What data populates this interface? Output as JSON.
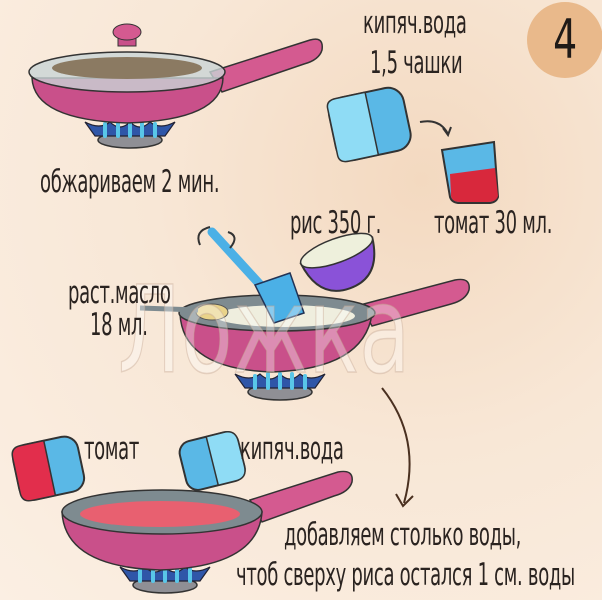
{
  "step_number": "4",
  "watermark": "Ложка",
  "labels": {
    "boiled_water_top": "кипяч.вода",
    "water_amount": "1,5 чашки",
    "fry": "обжариваем 2 мин.",
    "rice": "рис 350 г.",
    "tomato_amount": "томат 30 мл.",
    "oil": "раст.масло",
    "oil_amount": "18 мл.",
    "tomato": "томат",
    "boiled_water_bottom": "кипяч.вода",
    "instruction_line1": "добавляем столько воды,",
    "instruction_line2": "чтоб сверху риса остался 1 см. воды"
  },
  "colors": {
    "pan": "#c9508a",
    "handle": "#d45a90",
    "water": "#5ab8e6",
    "tomato": "#d8283c",
    "bowl": "#8a52d8",
    "badge": "#e9b98b"
  }
}
